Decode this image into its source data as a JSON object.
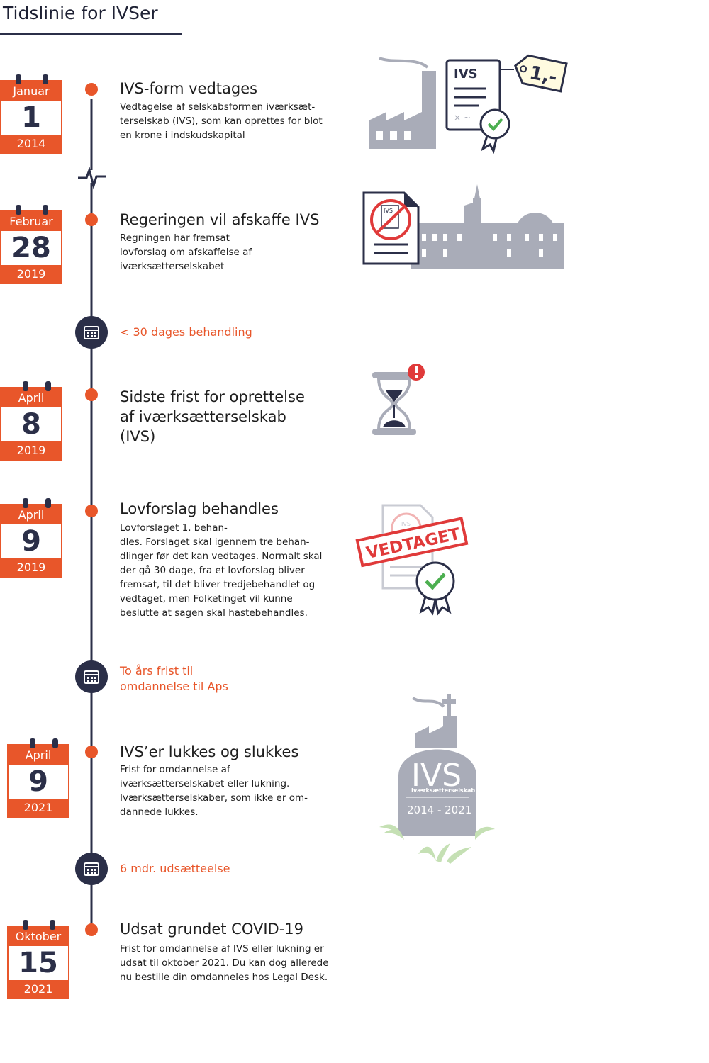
{
  "title": "Tidslinie for IVSer",
  "events": [
    {
      "month": "Januar",
      "day": "1",
      "year": "2014",
      "title": "IVS-form vedtages",
      "desc": [
        "Vedtagelse af selskabsformen iværksæt-",
        "terselskab (IVS), som kan oprettes for blot",
        "en krone i indskudskapital"
      ]
    },
    {
      "month": "Februar",
      "day": "28",
      "year": "2019",
      "title": "Regeringen vil afskaffe IVS",
      "desc": [
        "Regningen har fremsat",
        "lovforslag om afskaffelse af",
        "iværksætterselskabet"
      ]
    },
    {
      "month": "April",
      "day": "8",
      "year": "2019",
      "title_lines": [
        "Sidste frist for oprettelse",
        "af iværksætterselskab",
        "(IVS)"
      ]
    },
    {
      "month": "April",
      "day": "9",
      "year": "2019",
      "title": "Lovforslag behandles",
      "desc": [
        "Lovforslaget 1. behan-",
        "dles. Forslaget skal igennem tre behan-",
        "dlinger før det kan vedtages. Normalt skal",
        "der gå 30 dage, fra et lovforslag bliver",
        "fremsat, til det bliver tredjebehandlet og",
        "vedtaget, men Folketinget vil kunne",
        "beslutte at sagen skal hastebehandles."
      ]
    },
    {
      "month": "April",
      "day": "9",
      "year": "2021",
      "title": "IVS’er lukkes og slukkes",
      "desc": [
        "Frist for omdannelse af",
        "iværksætterselskabet eller lukning.",
        "Iværksætterselskaber, som ikke er om-",
        "dannede lukkes."
      ]
    },
    {
      "month": "Oktober",
      "day": "15",
      "year": "2021",
      "title": "Udsat grundet COVID-19",
      "desc": [
        "Frist for omdannelse af IVS eller lukning er",
        "udsat til oktober 2021. Du kan dog allerede",
        "nu bestille din omdanneles hos Legal Desk."
      ]
    }
  ],
  "notes": [
    {
      "lines": [
        "< 30 dages behandling"
      ]
    },
    {
      "lines": [
        "To års frist til",
        "omdannelse til Aps"
      ]
    },
    {
      "lines": [
        "6 mdr. udsætteelse"
      ]
    }
  ],
  "illustrations": {
    "ivs_doc_label": "IVS",
    "price_tag": "1,-",
    "stamp": "VEDTAGET",
    "tombstone_title": "IVS",
    "tombstone_sub": "Iværksætterselskab",
    "tombstone_years": "2014 - 2021"
  },
  "colors": {
    "accent": "#e8562a",
    "navy": "#2b2f48",
    "gray": "#a9acb8",
    "green": "#4caf50",
    "red": "#e03a3a"
  }
}
